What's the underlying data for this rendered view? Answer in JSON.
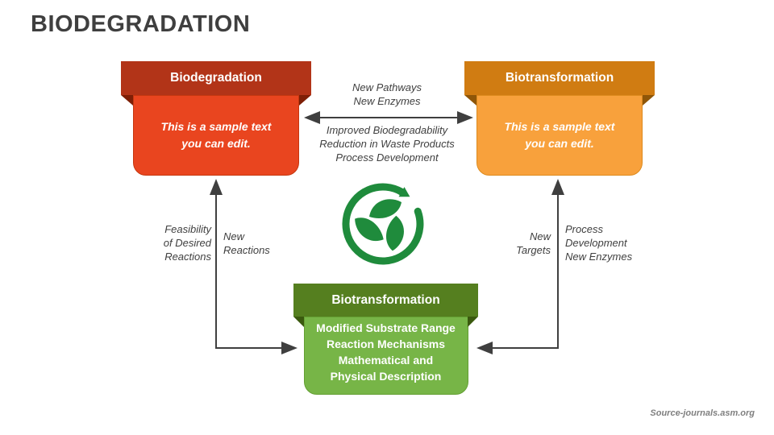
{
  "title": "BIODEGRADATION",
  "boxes": {
    "left": {
      "header": "Biodegradation",
      "body": "This is a sample text\nyou can edit."
    },
    "right": {
      "header": "Biotransformation",
      "body": "This is a sample text\nyou can edit."
    },
    "bottom": {
      "header": "Biotransformation",
      "body": "Modified Substrate Range\nReaction Mechanisms\nMathematical and\nPhysical Description"
    }
  },
  "labels": {
    "top_above": "New Pathways\nNew Enzymes",
    "top_below": "Improved Biodegradability\nReduction in Waste Products\nProcess Development",
    "left_outer": "Feasibility\nof Desired\nReactions",
    "left_inner": "New\nReactions",
    "right_outer": "New\nTargets",
    "right_inner": "Process\nDevelopment\nNew Enzymes"
  },
  "footer": {
    "source": "Source-journals.asm.org"
  },
  "icons": {
    "center": "recycle-leaves-icon"
  },
  "colors": {
    "title_text": "#3f3f3f",
    "arrow": "#3f3f3f",
    "red_header": "#b23418",
    "red_body": "#e9451f",
    "orange_header": "#d07c12",
    "orange_body": "#f8a13c",
    "green_header": "#557f1f",
    "green_body": "#77b547",
    "icon_green": "#1f8b3c",
    "source_text": "#7f7f7f"
  }
}
